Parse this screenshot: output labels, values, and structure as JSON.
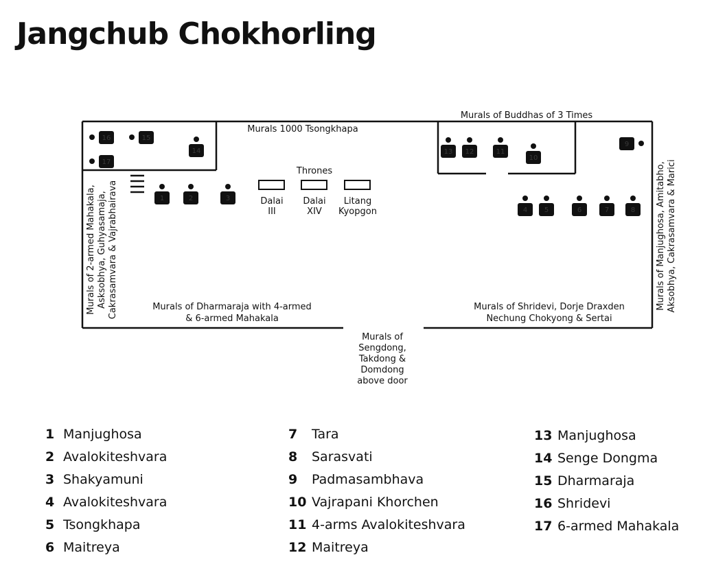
{
  "title": "Jangchub Chokhorling",
  "labels": {
    "murals_buddhas_3_times": "Murals of Buddhas of 3 Times",
    "murals_1000_tsongkhapa": "Murals 1000 Tsongkhapa",
    "thrones": "Thrones",
    "dalai_iii": [
      "Dalai",
      "III"
    ],
    "dalai_xiv": [
      "Dalai",
      "XIV"
    ],
    "litang": [
      "Litang",
      "Kyopgon"
    ],
    "left_wall": [
      "Murals of 2-armed Mahakala,",
      "Asksobhya, Guhyasamaja,",
      "Cakrasamvara & Vajrabhairava"
    ],
    "right_wall": [
      "Murals of Manjughosa, Amitabho,",
      "Aksobhya, Cakrasamvara & Marici"
    ],
    "bottom_left": [
      "Murals of Dharmaraja with 4-armed",
      "& 6-armed Mahakala"
    ],
    "bottom_right": [
      "Murals of Shridevi, Dorje Draxden",
      "Nechung Chokyong & Sertai"
    ],
    "door": [
      "Murals of",
      "Sengdong,",
      "Takdong &",
      "Domdong",
      "above door"
    ]
  },
  "statues": [
    {
      "num": "16"
    },
    {
      "num": "17"
    },
    {
      "num": "15"
    },
    {
      "num": "14"
    },
    {
      "num": "1"
    },
    {
      "num": "2"
    },
    {
      "num": "3"
    },
    {
      "num": "13"
    },
    {
      "num": "12"
    },
    {
      "num": "11"
    },
    {
      "num": "10"
    },
    {
      "num": "9"
    },
    {
      "num": "4"
    },
    {
      "num": "5"
    },
    {
      "num": "6"
    },
    {
      "num": "7"
    },
    {
      "num": "8"
    }
  ],
  "legend": [
    {
      "num": "1",
      "name": "Manjughosa"
    },
    {
      "num": "2",
      "name": "Avalokiteshvara"
    },
    {
      "num": "3",
      "name": "Shakyamuni"
    },
    {
      "num": "4",
      "name": "Avalokiteshvara"
    },
    {
      "num": "5",
      "name": "Tsongkhapa"
    },
    {
      "num": "6",
      "name": "Maitreya"
    },
    {
      "num": "7",
      "name": "Tara"
    },
    {
      "num": "8",
      "name": "Sarasvati"
    },
    {
      "num": "9",
      "name": "Padmasambhava"
    },
    {
      "num": "10",
      "name": "Vajrapani Khorchen"
    },
    {
      "num": "11",
      "name": "4-arms Avalokiteshvara"
    },
    {
      "num": "12",
      "name": "Maitreya"
    },
    {
      "num": "13",
      "name": "Manjughosa"
    },
    {
      "num": "14",
      "name": "Senge Dongma"
    },
    {
      "num": "15",
      "name": "Dharmaraja"
    },
    {
      "num": "16",
      "name": "Shridevi"
    },
    {
      "num": "17",
      "name": "6-armed Mahakala"
    }
  ]
}
